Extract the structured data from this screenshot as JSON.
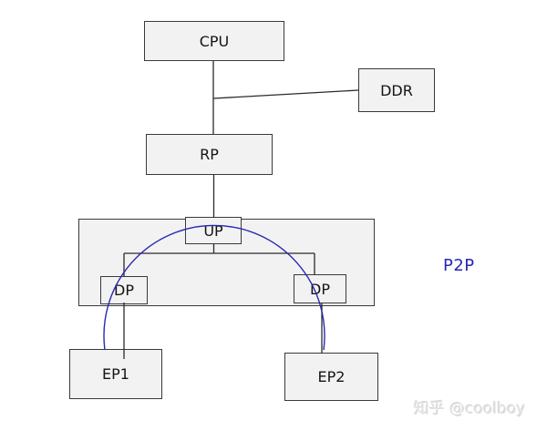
{
  "diagram": {
    "title_semantic": "PCIe peer-to-peer topology diagram",
    "nodes": {
      "cpu": {
        "label": "CPU"
      },
      "ddr": {
        "label": "DDR"
      },
      "rp": {
        "label": "RP"
      },
      "up": {
        "label": "UP"
      },
      "dp1": {
        "label": "DP"
      },
      "dp2": {
        "label": "DP"
      },
      "ep1": {
        "label": "EP1"
      },
      "ep2": {
        "label": "EP2"
      }
    },
    "annotations": {
      "p2p": {
        "label": "P2P",
        "color": "#2626bb"
      }
    },
    "edges": [
      "CPU - RP (vertical bus)",
      "CPU bus - DDR (branch)",
      "RP - UP",
      "UP - DP (left)",
      "UP - DP (right)",
      "DP (left) - EP1",
      "DP (right) - EP2",
      "EP1 - EP2 blue P2P arc over switch"
    ],
    "colors": {
      "box_fill": "#f2f2f2",
      "box_border": "#3a3a3a",
      "edge_line": "#2b2b2b",
      "p2p_arc": "#2828b2",
      "background": "#ffffff"
    }
  },
  "watermark": {
    "text": "知乎 @coolboy"
  }
}
